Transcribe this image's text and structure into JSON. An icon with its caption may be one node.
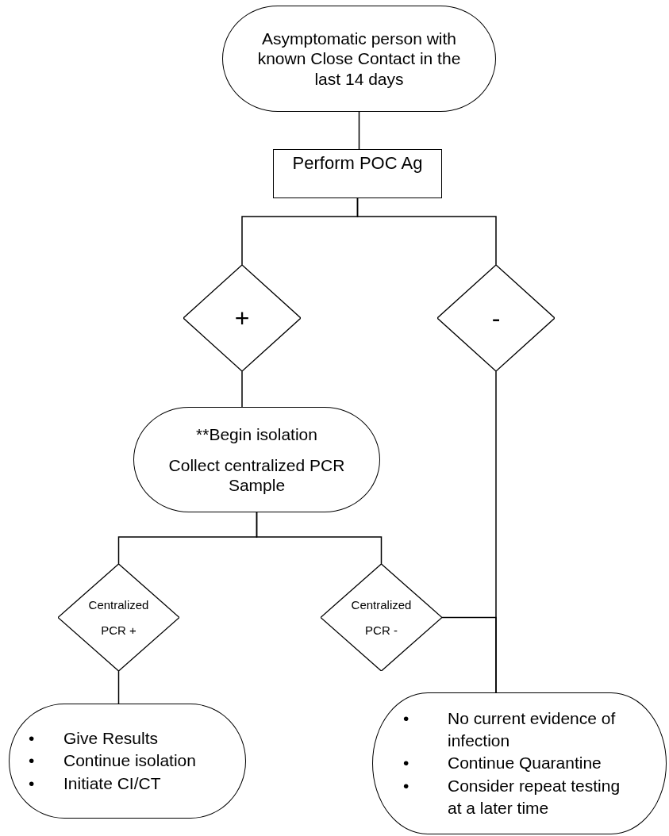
{
  "diagram": {
    "nodes": [
      {
        "text": [
          "Asymptomatic person with known Close Contact in the last 14 days"
        ]
      },
      {
        "text": [
          "Perform POC Ag"
        ]
      },
      {
        "text": [
          "+"
        ]
      },
      {
        "text": [
          "-"
        ]
      },
      {
        "text": [
          "**Begin isolation",
          "Collect centralized PCR Sample"
        ]
      },
      {
        "text": [
          "Centralized PCR +"
        ]
      },
      {
        "text": [
          "Centralized PCR -"
        ]
      },
      {
        "text": [
          "•\tGive Results",
          "•\tContinue isolation",
          "•\tInitiate CI/CT"
        ]
      },
      {
        "text": [
          "•\tNo current evidence of infection",
          "•\tContinue Quarantine",
          "•\tConsider repeat testing at a later time"
        ]
      }
    ],
    "edges": [
      {
        "from": 0,
        "to": 1,
        "arrow": "none"
      },
      {
        "from": 1,
        "to": 2,
        "arrow": "none"
      },
      {
        "from": 1,
        "to": 3,
        "arrow": "none"
      },
      {
        "from": 2,
        "to": 4,
        "arrow": "none"
      },
      {
        "from": 3,
        "to": 8,
        "arrow": "none"
      },
      {
        "from": 4,
        "to": 5,
        "arrow": "none"
      },
      {
        "from": 4,
        "to": 6,
        "arrow": "none"
      },
      {
        "from": 5,
        "to": 7,
        "arrow": "none"
      },
      {
        "from": 6,
        "to": 8,
        "arrow": "none"
      }
    ]
  }
}
